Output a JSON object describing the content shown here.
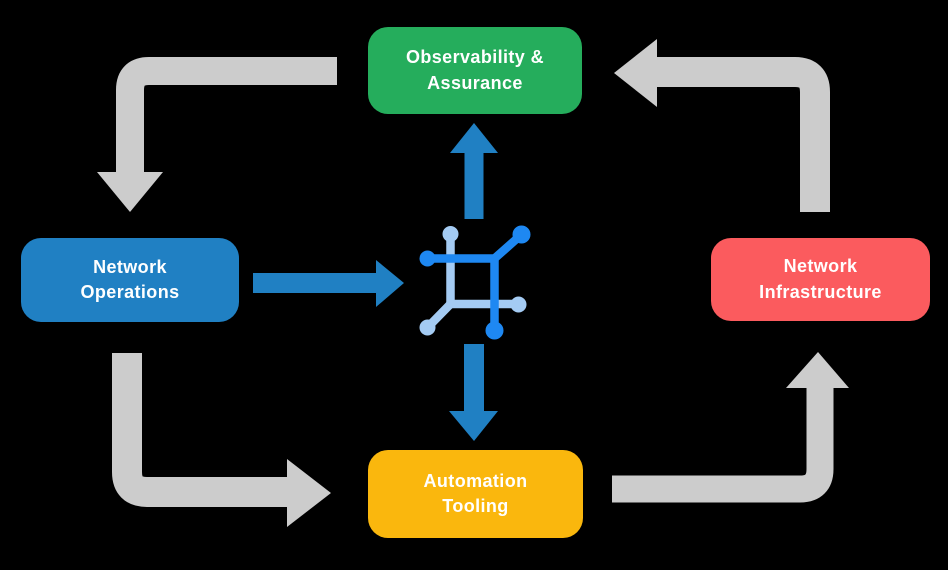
{
  "diagram": {
    "background_color": "#000000",
    "nodes": {
      "observability": {
        "label": "Observability &\nAssurance",
        "color": "#25AD5C",
        "text_color": "#FFFFFF"
      },
      "operations": {
        "label": "Network\nOperations",
        "color": "#2080C3",
        "text_color": "#FFFFFF"
      },
      "infrastructure": {
        "label": "Network\nInfrastructure",
        "color": "#FB5B5E",
        "text_color": "#FFFFFF"
      },
      "automation": {
        "label": "Automation\nTooling",
        "color": "#FAB70D",
        "text_color": "#FFFFFF"
      }
    },
    "hub_icon": {
      "name": "network-hub-icon",
      "dark_color": "#1E88F2",
      "light_color": "#A4CBF3"
    },
    "arrows": {
      "cycle_color": "#CCCCCC",
      "hub_arrow_color": "#2080C3"
    }
  }
}
